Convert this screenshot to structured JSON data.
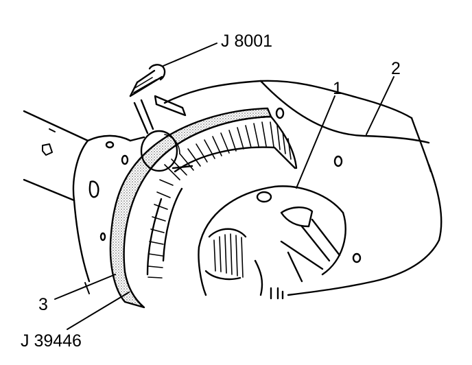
{
  "callouts": {
    "dial_indicator_tool": "J 8001",
    "ring_gear_ref": "1",
    "housing_ref": "2",
    "adapter_ref": "3",
    "indicator_mount_tool": "J 39446"
  },
  "colors": {
    "line": "#000000",
    "paper": "#ffffff",
    "stipple": "#b8b8b8"
  }
}
